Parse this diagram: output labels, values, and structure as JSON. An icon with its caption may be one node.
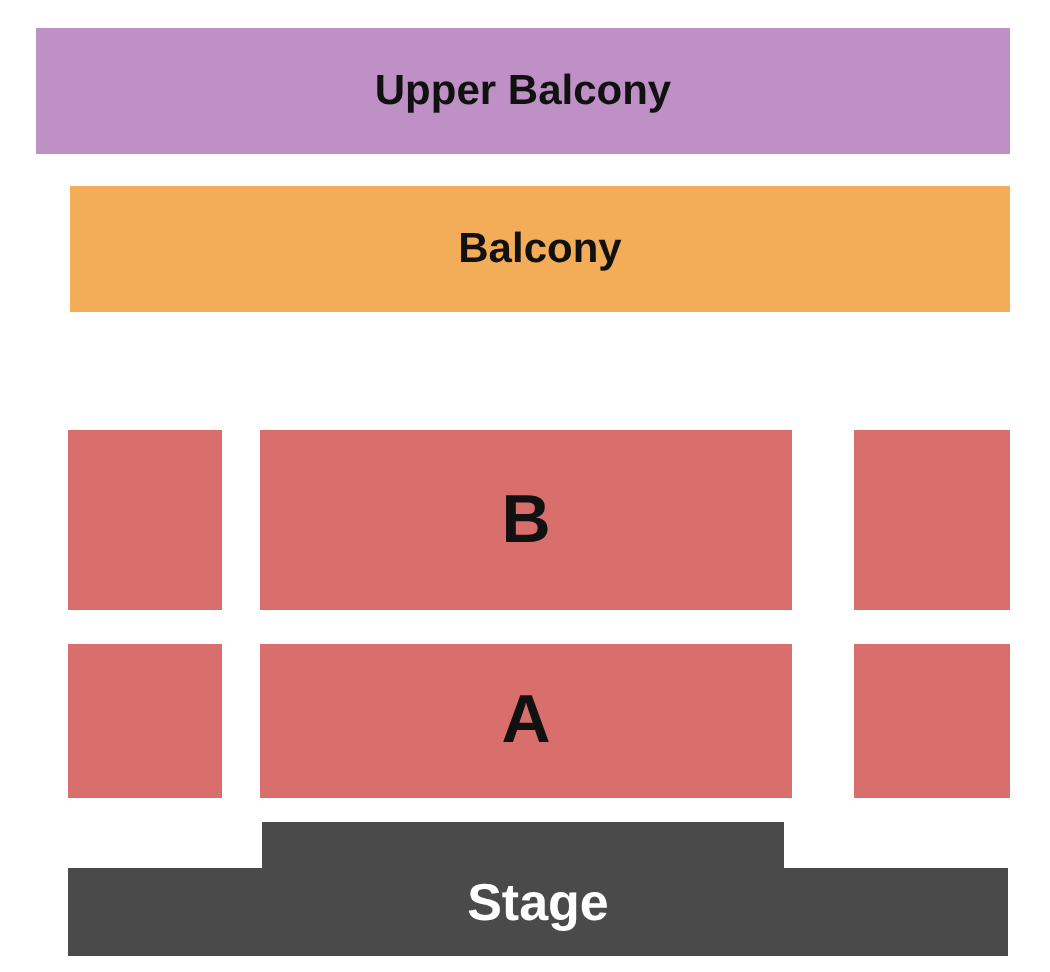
{
  "diagram": {
    "nodes": [
      {
        "text": [
          "Upper Balcony"
        ]
      },
      {
        "text": [
          "Balcony"
        ]
      },
      {
        "text": [],
        "shape": "box"
      },
      {
        "text": [
          "B"
        ]
      },
      {
        "text": [],
        "shape": "box"
      },
      {
        "text": [],
        "shape": "box"
      },
      {
        "text": [
          "A"
        ]
      },
      {
        "text": [],
        "shape": "box"
      },
      {
        "text": [
          "Stage"
        ]
      }
    ]
  }
}
